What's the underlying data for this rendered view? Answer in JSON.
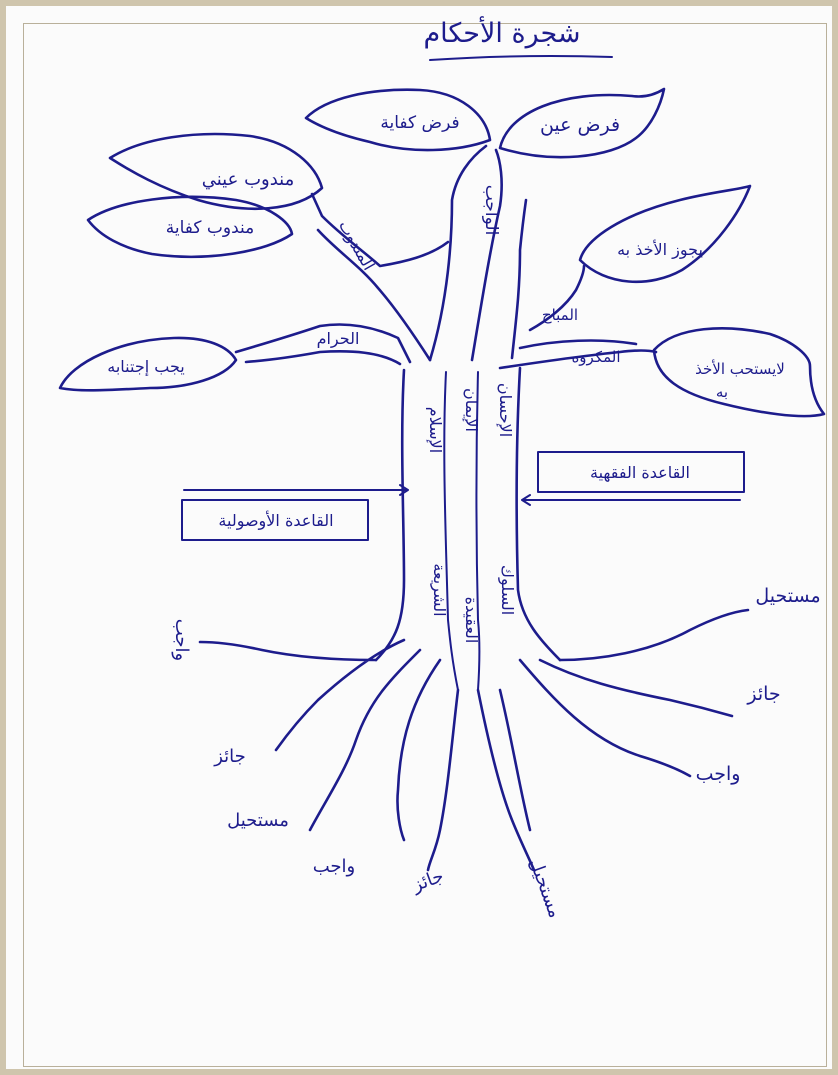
{
  "title": "شجرة الأحكام",
  "leaves": {
    "fard_ayn": "فرض عين",
    "fard_kifaya": "فرض كفاية",
    "mandub_ayni": "مندوب عيني",
    "mandub_kifaya": "مندوب كفاية",
    "yajuz_akhdh": "يجوز الأخذ به",
    "yajib_ijtinab": "يجب إجتنابه",
    "la_yustahab_line1": "لايستحب الأخذ",
    "la_yustahab_line2": "به"
  },
  "branches": {
    "wajib": "الواجب",
    "mandub": "المندوب",
    "mubah": "المباح",
    "haram": "الحرام",
    "makruh": "المكروه"
  },
  "trunk": {
    "islam": "الإسلام",
    "iman": "الإيمان",
    "ihsan": "الإحسان",
    "sharia": "الشريعة",
    "aqida": "العقيدة",
    "suluk": "السلوك"
  },
  "boxes": {
    "usuliyya": "القاعدة الأوصولية",
    "fiqhiyya": "القاعدة الفقهية"
  },
  "roots": {
    "mustahil_right": "مستحيل",
    "jaiz_right": "جائز",
    "wajib_right": "واجب",
    "wajib_left": "واجب",
    "jaiz_left": "جائز",
    "mustahil_left": "مستحيل",
    "wajib_bottom": "واجب",
    "jaiz_bottom": "جائز",
    "mustahil_bottom": "مستحيل"
  }
}
